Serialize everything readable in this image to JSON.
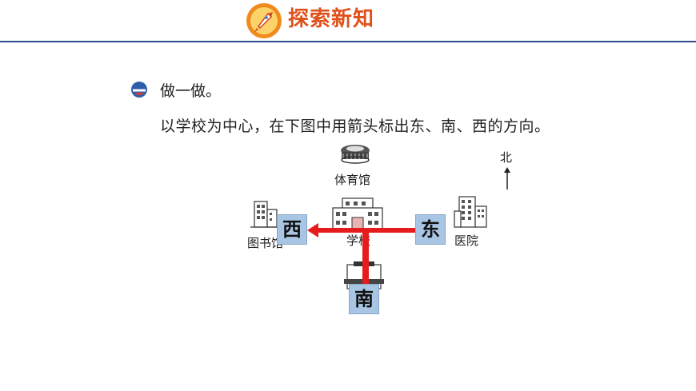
{
  "header": {
    "title": "探索新知",
    "logo_icon": "rocket-icon",
    "line_color": "#2c4a8c",
    "title_color": "#e0501a"
  },
  "task": {
    "title": "做一做。",
    "instruction": "以学校为中心，在下图中用箭头标出东、南、西的方向。"
  },
  "map": {
    "north_label": "北",
    "buildings": {
      "stadium": "体育馆",
      "school": "学校",
      "library": "图书馆",
      "hospital": "医院"
    },
    "directions": {
      "west": "西",
      "east": "东",
      "south": "南"
    },
    "arrow_color": "#e61c1c",
    "box_color": "#a9c5e4"
  }
}
